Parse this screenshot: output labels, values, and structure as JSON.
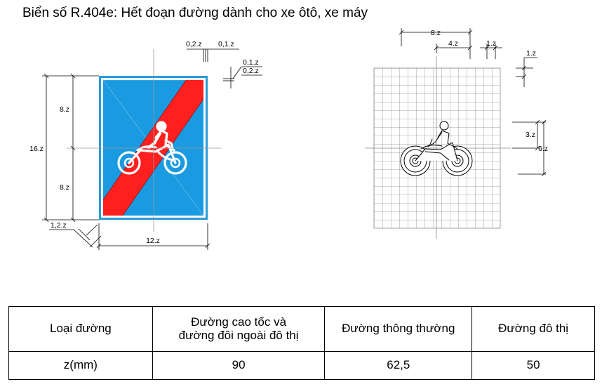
{
  "title": "Biển số R.404e: Hết đoạn đường dành cho xe ôtô, xe máy",
  "sign": {
    "colors": {
      "background": "#1a9ae0",
      "border": "#ffffff",
      "frame": "#2a9ad8",
      "stripe": "#ff1f1f",
      "symbol": "#ffffff"
    },
    "symbol_icon": "motorcycle-icon",
    "dimensions": {
      "border_width": "0,2.z",
      "gap": "0,1.z",
      "corner_gap": "0,1.z",
      "corner_border": "0,2.z",
      "height_upper": "8.z",
      "height_total": "16.z",
      "height_lower": "8.z",
      "stripe_width": "1,2.z",
      "width_total": "12.z"
    }
  },
  "grid": {
    "dimensions": {
      "top_width": "8.z",
      "top_mid": "4.z",
      "top_small": "1.z",
      "right_small": "1.z",
      "right_mid": "3.z",
      "right_big": "6.z"
    }
  },
  "table": {
    "header": [
      "Loại đường",
      "Đường cao tốc và\nđường đôi ngoài đô thị",
      "Đường thông thường",
      "Đường đô thị"
    ],
    "row": [
      "z(mm)",
      "90",
      "62,5",
      "50"
    ]
  }
}
